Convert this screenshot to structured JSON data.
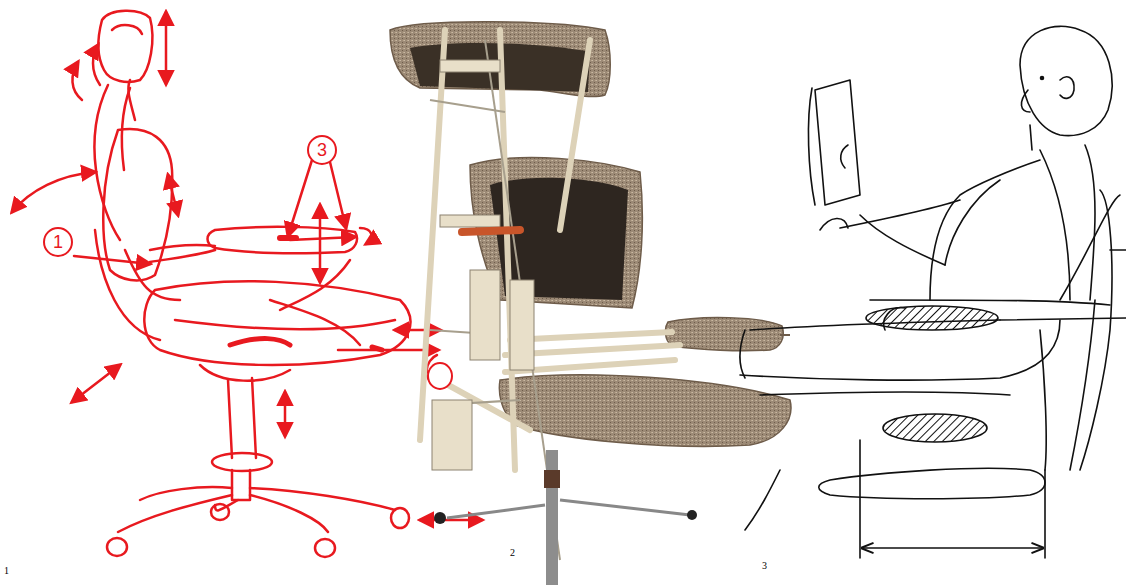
{
  "diagram": {
    "nodes": [
      {
        "text": [
          "3"
        ]
      },
      {
        "text": [
          "1"
        ]
      }
    ],
    "labels": [
      "1",
      "2",
      "3"
    ]
  }
}
